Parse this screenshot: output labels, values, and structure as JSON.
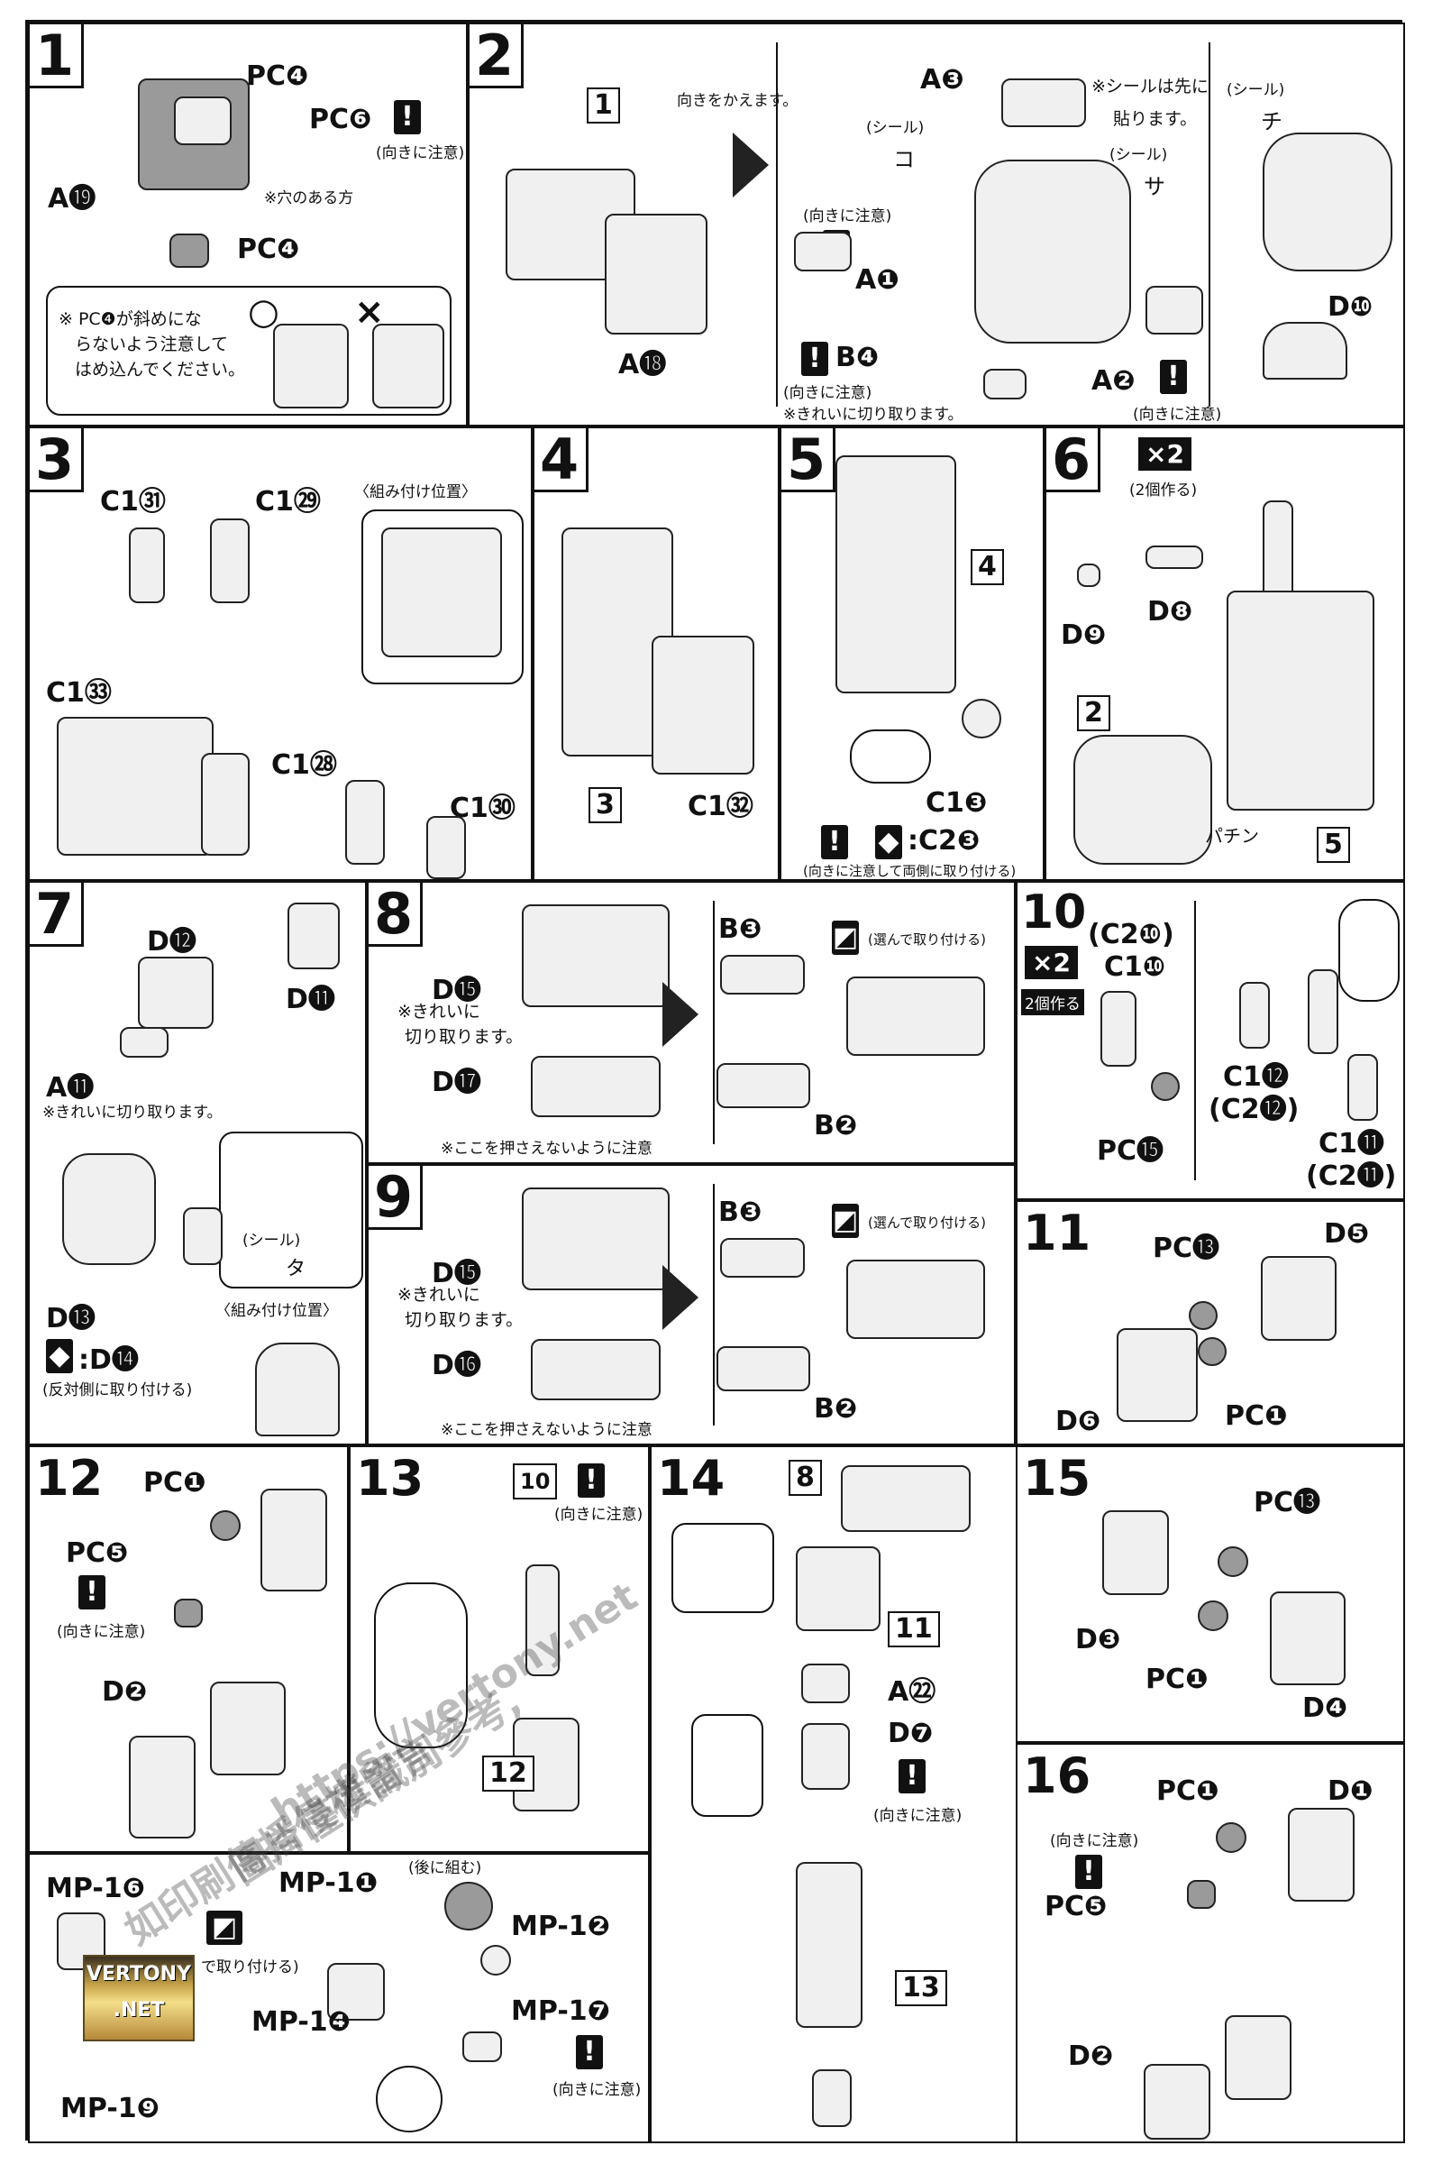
{
  "steps": {
    "s1": {
      "num": "1",
      "labels": [
        "PC❹",
        "PC❻",
        "A⓳",
        "PC❹"
      ],
      "note_hole": "※穴のある方",
      "note_dir": "(向きに注意)",
      "callout": [
        "※ PC❹が斜めにな",
        "らないよう注意して",
        "はめ込んでください。"
      ],
      "ok": "○",
      "ng": "×"
    },
    "s2": {
      "num": "2",
      "ref": "1",
      "part": "A⓲",
      "turn": "向きをかえます。",
      "labels": [
        "A❸",
        "A❶",
        "B❹",
        "A❷",
        "D❿"
      ],
      "seal_note": [
        "※シールは先に",
        "貼ります。"
      ],
      "seal": "(シール)",
      "seal_ko": "コ",
      "seal_sa": "サ",
      "seal_chi": "チ",
      "dir": "(向きに注意)",
      "cut": "※きれいに切り取ります。"
    },
    "s3": {
      "num": "3",
      "labels": [
        "C1㉛",
        "C1㉙",
        "C1㉝",
        "C1㉘",
        "C1㉚"
      ],
      "pos": "〈組み付け位置〉"
    },
    "s4": {
      "num": "4",
      "ref": "3",
      "part": "C1㉜"
    },
    "s5": {
      "num": "5",
      "ref": "4",
      "part": "C1❸",
      "sub": ":C2❸",
      "note": "(向きに注意して両側に取り付ける)"
    },
    "s6": {
      "num": "6",
      "x2": "×2",
      "make2": "(2個作る)",
      "labels": [
        "D❾",
        "D❽"
      ],
      "ref2": "2",
      "ref5": "5",
      "snap": "パチン"
    },
    "s7": {
      "num": "7",
      "labels": [
        "D⓬",
        "D⓫",
        "A⓫",
        "D⓭",
        ":D⓮"
      ],
      "cut": "※きれいに切り取ります。",
      "seal": "(シール)",
      "seal_ta": "タ",
      "pos": "〈組み付け位置〉",
      "opposite": "(反対側に取り付ける)"
    },
    "s8": {
      "num": "8",
      "labels": [
        "D⓯",
        "D⓱",
        "B❸",
        "B❷"
      ],
      "cut": [
        "※きれいに",
        "切り取ります。"
      ],
      "choose": "(選んで取り付ける)",
      "press": "※ここを押さえないように注意"
    },
    "s9": {
      "num": "9",
      "labels": [
        "D⓯",
        "D⓰",
        "B❸",
        "B❷"
      ],
      "cut": [
        "※きれいに",
        "切り取ります。"
      ],
      "choose": "(選んで取り付ける)",
      "press": "※ここを押さえないように注意"
    },
    "s10": {
      "num": "10",
      "x2": "×2",
      "make2": "2個作る",
      "labels": [
        "(C2❿)",
        "C1❿",
        "PC⓯",
        "C1⓬",
        "(C2⓬)",
        "C1⓫",
        "(C2⓫)"
      ]
    },
    "s11": {
      "num": "11",
      "labels": [
        "PC⓭",
        "D❺",
        "D❻",
        "PC❶"
      ]
    },
    "s12": {
      "num": "12",
      "labels": [
        "PC❶",
        "PC❺",
        "D❷"
      ],
      "dir": "(向きに注意)"
    },
    "s13": {
      "num": "13",
      "ref10": "10",
      "ref12": "12",
      "dir": "(向きに注意)"
    },
    "s14": {
      "num": "14",
      "ref8": "8",
      "ref11": "11",
      "ref13": "13",
      "labels": [
        "A㉒",
        "D❼"
      ],
      "dir": "(向きに注意)"
    },
    "s15": {
      "num": "15",
      "labels": [
        "PC⓭",
        "D❸",
        "PC❶",
        "D❹"
      ]
    },
    "s16": {
      "num": "16",
      "labels": [
        "PC❶",
        "D❶",
        "PC❺",
        "D❷"
      ],
      "dir": "(向きに注意)"
    },
    "mp": {
      "labels": [
        "MP-1❻",
        "MP-1❶",
        "MP-1❷",
        "MP-1❹",
        "MP-1❼",
        "MP-1❾"
      ],
      "later": "(後に組む)",
      "choose": "で取り付ける)",
      "dir": "(向きに注意)"
    }
  },
  "watermark": {
    "url": "https://vertony.net",
    "text": "圖片僅供識別參考,",
    "text2": "如印刷傳播侵權留言"
  },
  "logo": {
    "line1": "VERTONY",
    "line2": ".NET"
  }
}
